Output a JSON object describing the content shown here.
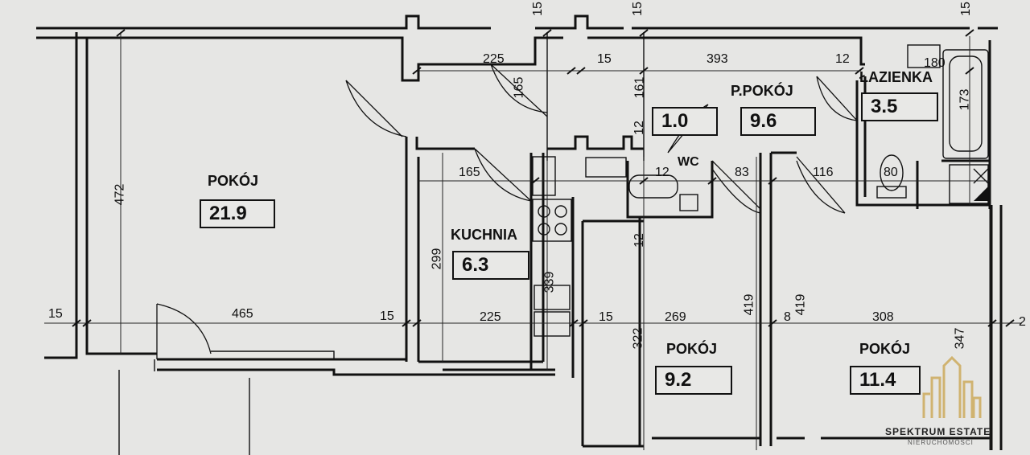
{
  "rooms": {
    "living": {
      "name": "POKÓJ",
      "area": "21.9"
    },
    "kitchen": {
      "name": "KUCHNIA",
      "area": "6.3"
    },
    "hall": {
      "name": "P.POKÓJ",
      "area": "9.6"
    },
    "wc": {
      "name": "WC",
      "area": "1.0"
    },
    "bathroom": {
      "name": "ŁAZIENKA",
      "area": "3.5"
    },
    "room_mid": {
      "name": "POKÓJ",
      "area": "9.2"
    },
    "room_right": {
      "name": "POKÓJ",
      "area": "11.4"
    }
  },
  "dims": {
    "d225a": "225",
    "d15a": "15",
    "d393": "393",
    "d12a": "12",
    "d180": "180",
    "d165v": "165",
    "d161v": "161",
    "d12v1": "12",
    "d173v": "173",
    "d165h": "165",
    "d12wc": "12",
    "d83": "83",
    "d116": "116",
    "d80": "80",
    "d472v": "472",
    "d299v": "299",
    "d339v": "339",
    "d12v2": "12",
    "d419v1": "419",
    "d419v2": "419",
    "d322v": "322",
    "d347v": "347",
    "d15b": "15",
    "d465": "465",
    "d15c": "15",
    "d225b": "225",
    "d15d": "15",
    "d269": "269",
    "d8": "8",
    "d308": "308",
    "d2": "2",
    "top15a": "15",
    "top15b": "15",
    "top15c": "15"
  },
  "brand": {
    "name": "SPEKTRUM ESTATE",
    "tagline": "NIERUCHOMOŚCI"
  },
  "colors": {
    "paper": "#e6e6e4",
    "ink": "#111111",
    "logo_gold": "#c9a24a"
  }
}
